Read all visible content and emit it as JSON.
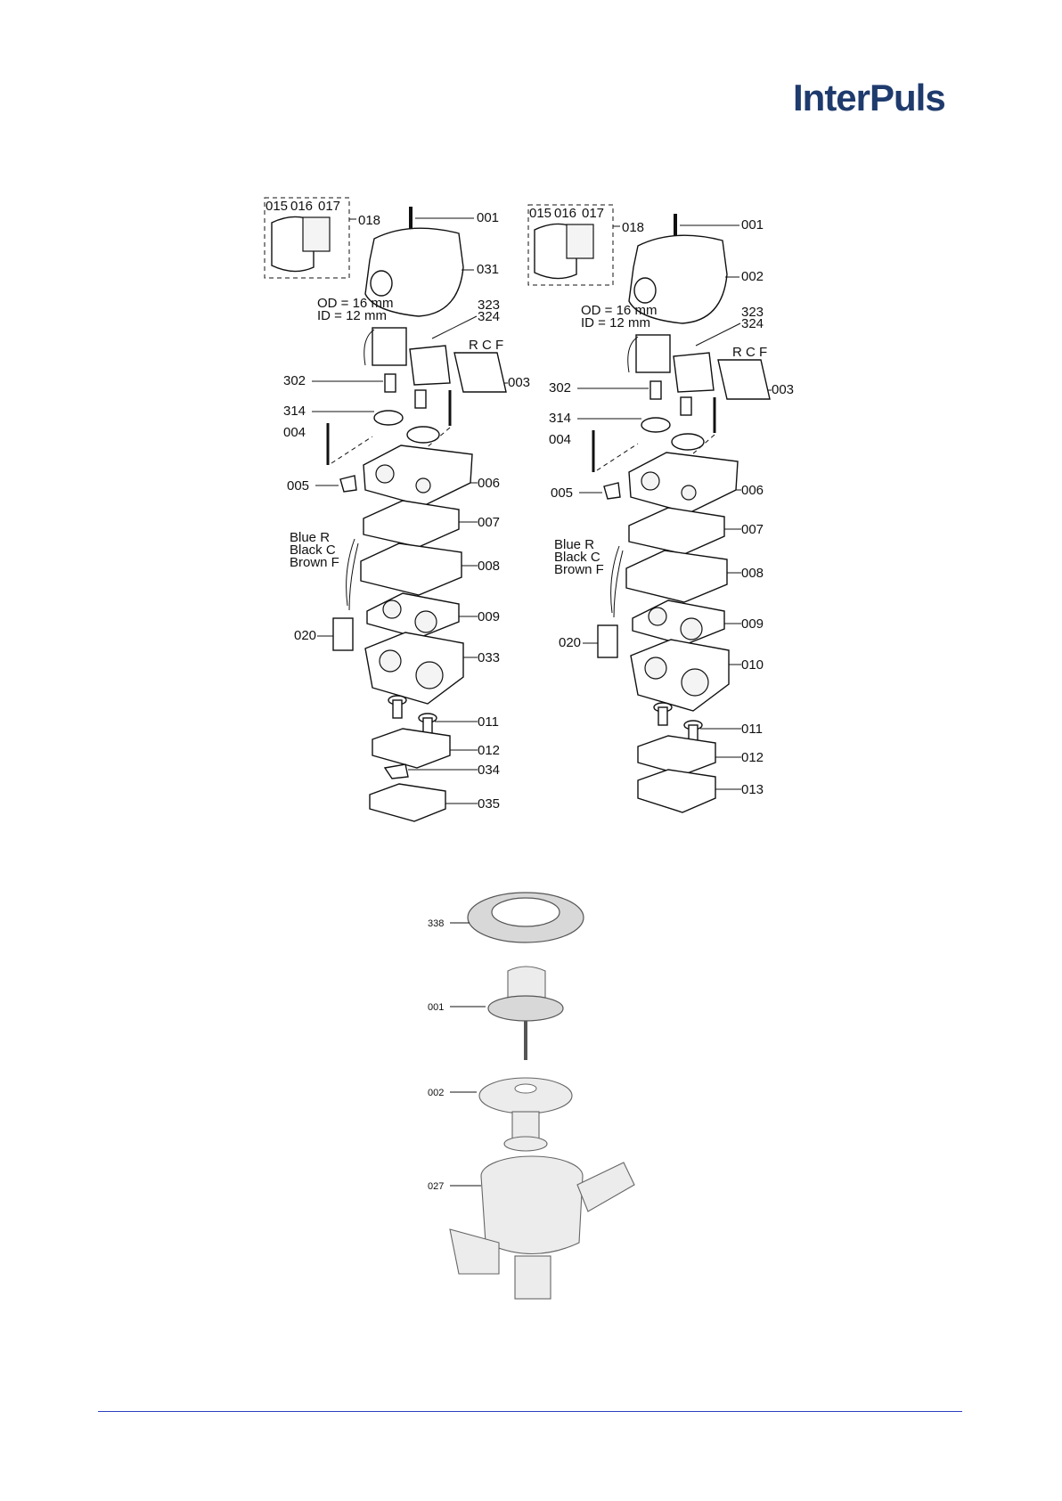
{
  "brand": {
    "logo_text": "InterPuls"
  },
  "diagram_left": {
    "inset_labels": [
      "015",
      "016",
      "017"
    ],
    "inset_ref": "018",
    "od": "OD = 16 mm",
    "id": "ID = 12 mm",
    "rcf": "R C F",
    "wires": [
      "Blue R",
      "Black C",
      "Brown F"
    ],
    "labels": {
      "p001": "001",
      "p031": "031",
      "p323": "323",
      "p324": "324",
      "p003": "003",
      "p302": "302",
      "p314": "314",
      "p004": "004",
      "p005": "005",
      "p006": "006",
      "p007": "007",
      "p008": "008",
      "p009": "009",
      "p020": "020",
      "p033": "033",
      "p011": "011",
      "p012": "012",
      "p034": "034",
      "p035": "035"
    }
  },
  "diagram_right": {
    "inset_labels": [
      "015",
      "016",
      "017"
    ],
    "inset_ref": "018",
    "od": "OD = 16 mm",
    "id": "ID = 12 mm",
    "rcf": "R C F",
    "wires": [
      "Blue R",
      "Black C",
      "Brown F"
    ],
    "labels": {
      "p001": "001",
      "p002": "002",
      "p323": "323",
      "p324": "324",
      "p003": "003",
      "p302": "302",
      "p314": "314",
      "p004": "004",
      "p005": "005",
      "p006": "006",
      "p007": "007",
      "p008": "008",
      "p009": "009",
      "p020": "020",
      "p010": "010",
      "p011": "011",
      "p012": "012",
      "p013": "013"
    }
  },
  "diagram_bottom": {
    "labels": {
      "p338": "338",
      "p001": "001",
      "p002": "002",
      "p027": "027"
    }
  }
}
